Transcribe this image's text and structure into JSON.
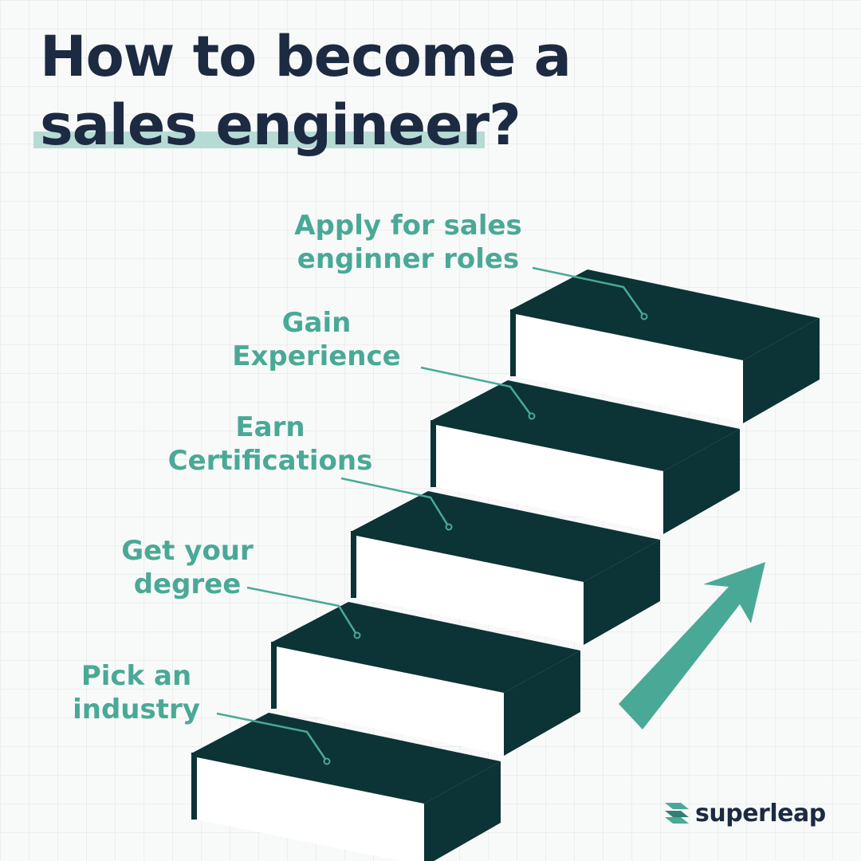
{
  "title": {
    "line1": "How to become a",
    "line2": "sales engineer?"
  },
  "steps": [
    {
      "label_line1": "Pick an",
      "label_line2": "industry"
    },
    {
      "label_line1": "Get your",
      "label_line2": "degree"
    },
    {
      "label_line1": "Earn",
      "label_line2": "Certifications"
    },
    {
      "label_line1": "Gain",
      "label_line2": "Experience"
    },
    {
      "label_line1": "Apply for sales",
      "label_line2": "enginner roles"
    }
  ],
  "brand": {
    "name": "superleap"
  },
  "icons": {
    "arrow": "arrow-up-right-icon",
    "logo": "superleap-logo-icon"
  },
  "colors": {
    "title": "#1c2a42",
    "highlight": "#b6dbd5",
    "accent": "#4aa996",
    "stairs": "#0c3335",
    "background": "#f8f9f9"
  }
}
